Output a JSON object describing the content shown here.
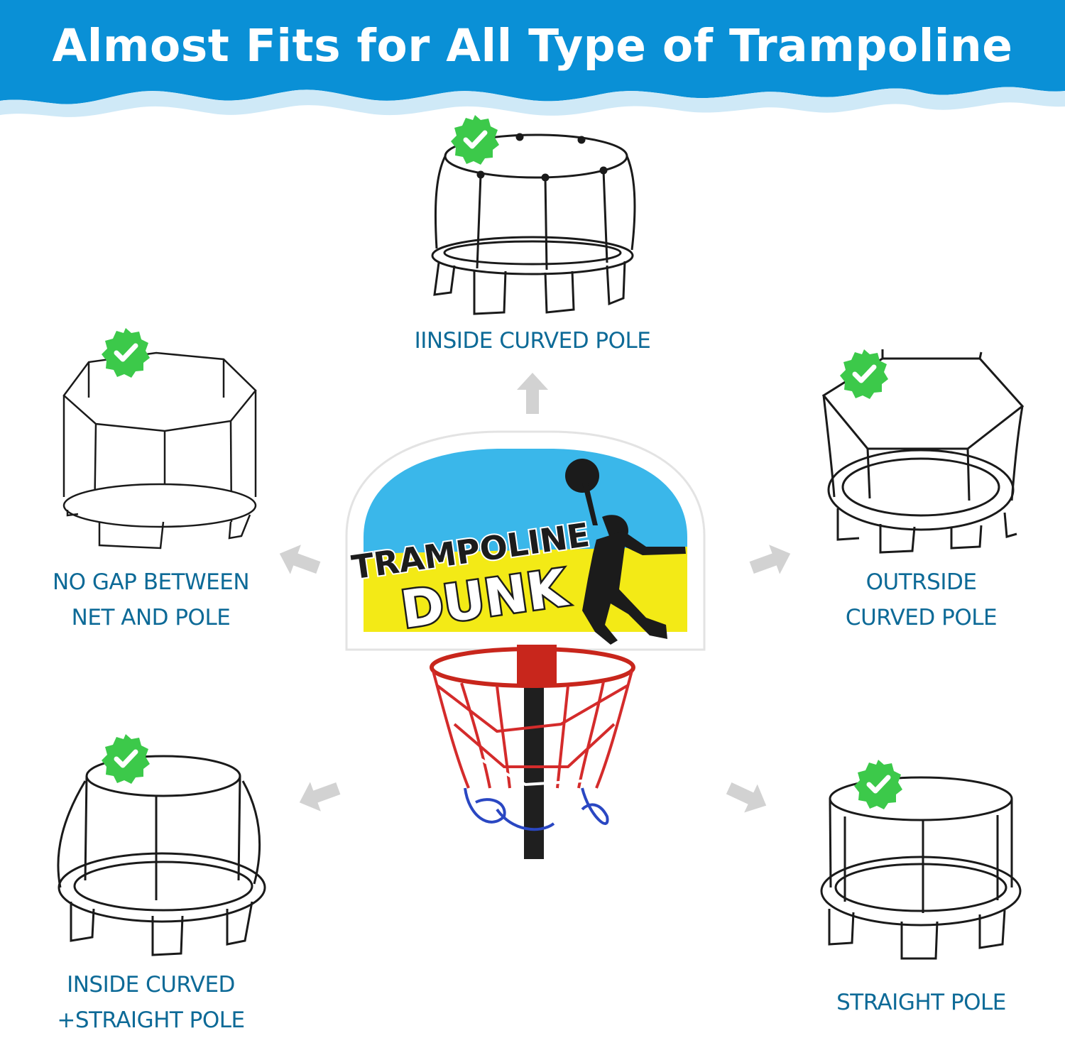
{
  "banner": {
    "title": "Almost Fits for All Type of Trampoline",
    "color": "#0a90d6"
  },
  "center": {
    "line1": "TRAMPOLINE",
    "line2": "DUNK",
    "blue": "#3ab7ea",
    "yellow": "#f3ea16"
  },
  "types": [
    {
      "id": "inside-curved",
      "lines": [
        "IINSIDE CURVED POLE"
      ]
    },
    {
      "id": "no-gap",
      "lines": [
        "NO GAP BETWEEN",
        "NET AND POLE"
      ]
    },
    {
      "id": "outside-curved",
      "lines": [
        "OUTRSIDE",
        "CURVED POLE"
      ]
    },
    {
      "id": "inside-straight",
      "lines": [
        "INSIDE CURVED",
        "+STRAIGHT POLE"
      ]
    },
    {
      "id": "straight",
      "lines": [
        "STRAIGHT POLE"
      ]
    }
  ],
  "colors": {
    "label": "#0d6a97",
    "check": "#3cc94a",
    "arrow": "#d2d2d2"
  }
}
